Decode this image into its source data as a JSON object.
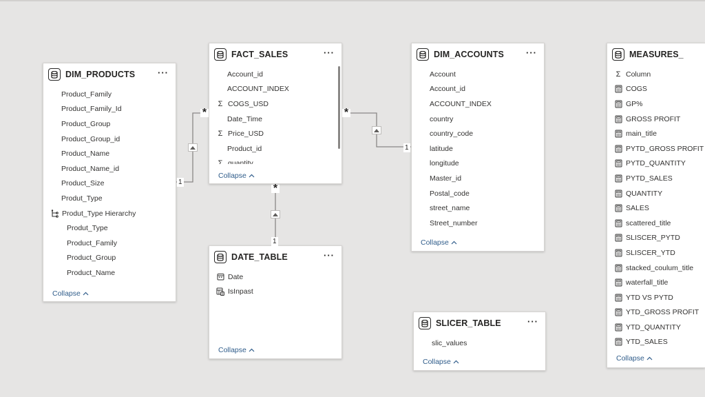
{
  "collapse_label": "Collapse",
  "tables": {
    "dim_products": {
      "title": "DIM_PRODUCTS",
      "fields": [
        {
          "name": "Product_Family",
          "icon": "none"
        },
        {
          "name": "Product_Family_Id",
          "icon": "none"
        },
        {
          "name": "Product_Group",
          "icon": "none"
        },
        {
          "name": "Product_Group_id",
          "icon": "none"
        },
        {
          "name": "Product_Name",
          "icon": "none"
        },
        {
          "name": "Product_Name_id",
          "icon": "none"
        },
        {
          "name": "Product_Size",
          "icon": "none"
        },
        {
          "name": "Produt_Type",
          "icon": "none"
        },
        {
          "name": "Produt_Type Hierarchy",
          "icon": "hierarchy-icon"
        },
        {
          "name": "Produt_Type",
          "icon": "none"
        },
        {
          "name": "Product_Family",
          "icon": "none"
        },
        {
          "name": "Product_Group",
          "icon": "none"
        },
        {
          "name": "Product_Name",
          "icon": "none"
        }
      ]
    },
    "fact_sales": {
      "title": "FACT_SALES",
      "fields": [
        {
          "name": "Account_id",
          "icon": "none"
        },
        {
          "name": "ACCOUNT_INDEX",
          "icon": "none"
        },
        {
          "name": "COGS_USD",
          "icon": "sigma-icon"
        },
        {
          "name": "Date_Time",
          "icon": "none"
        },
        {
          "name": "Price_USD",
          "icon": "sigma-icon"
        },
        {
          "name": "Product_id",
          "icon": "none"
        },
        {
          "name": "quantity",
          "icon": "sigma-icon"
        }
      ]
    },
    "dim_accounts": {
      "title": "DIM_ACCOUNTS",
      "fields": [
        {
          "name": "Account",
          "icon": "none"
        },
        {
          "name": "Account_id",
          "icon": "none"
        },
        {
          "name": "ACCOUNT_INDEX",
          "icon": "none"
        },
        {
          "name": "country",
          "icon": "none"
        },
        {
          "name": "country_code",
          "icon": "none"
        },
        {
          "name": "latitude",
          "icon": "none"
        },
        {
          "name": "longitude",
          "icon": "none"
        },
        {
          "name": "Master_id",
          "icon": "none"
        },
        {
          "name": "Postal_code",
          "icon": "none"
        },
        {
          "name": "street_name",
          "icon": "none"
        },
        {
          "name": "Street_number",
          "icon": "none"
        }
      ]
    },
    "measures": {
      "title": "MEASURES_",
      "fields": [
        {
          "name": "Column",
          "icon": "sigma-icon"
        },
        {
          "name": "COGS",
          "icon": "calculator-icon"
        },
        {
          "name": "GP%",
          "icon": "calculator-icon"
        },
        {
          "name": "GROSS PROFIT",
          "icon": "calculator-icon"
        },
        {
          "name": "main_title",
          "icon": "calculator-icon"
        },
        {
          "name": "PYTD_GROSS PROFIT",
          "icon": "calculator-icon"
        },
        {
          "name": "PYTD_QUANTITY",
          "icon": "calculator-icon"
        },
        {
          "name": "PYTD_SALES",
          "icon": "calculator-icon"
        },
        {
          "name": "QUANTITY",
          "icon": "calculator-icon"
        },
        {
          "name": "SALES",
          "icon": "calculator-icon"
        },
        {
          "name": "scattered_title",
          "icon": "calculator-icon"
        },
        {
          "name": "SLISCER_PYTD",
          "icon": "calculator-icon"
        },
        {
          "name": "SLISCER_YTD",
          "icon": "calculator-icon"
        },
        {
          "name": "stacked_coulum_title",
          "icon": "calculator-icon"
        },
        {
          "name": "waterfall_title",
          "icon": "calculator-icon"
        },
        {
          "name": "YTD VS PYTD",
          "icon": "calculator-icon"
        },
        {
          "name": "YTD_GROSS PROFIT",
          "icon": "calculator-icon"
        },
        {
          "name": "YTD_QUANTITY",
          "icon": "calculator-icon"
        },
        {
          "name": "YTD_SALES",
          "icon": "calculator-icon"
        }
      ]
    },
    "date_table": {
      "title": "DATE_TABLE",
      "fields": [
        {
          "name": "Date",
          "icon": "calendar-icon"
        },
        {
          "name": "IsInpast",
          "icon": "calculated-column-icon"
        }
      ]
    },
    "slicer_table": {
      "title": "SLICER_TABLE",
      "fields": [
        {
          "name": "slic_values",
          "icon": "none"
        }
      ]
    }
  },
  "relationships": {
    "one_label": "1",
    "many_label": "*"
  },
  "colors": {
    "canvas": "#e6e5e4",
    "link": "#2f5c8a",
    "line": "#8a8886"
  }
}
